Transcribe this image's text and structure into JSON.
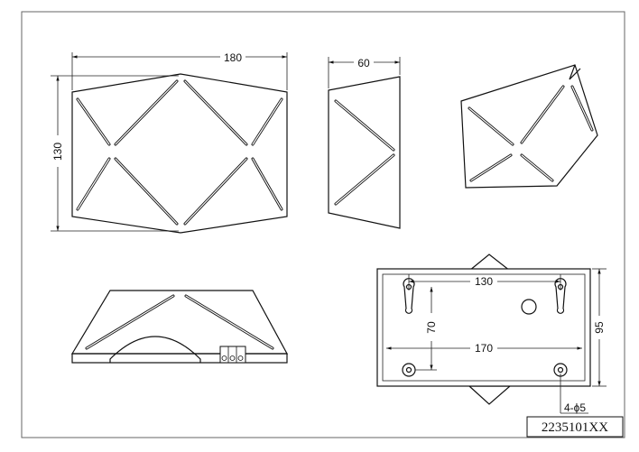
{
  "drawing": {
    "part_number": "2235101XX",
    "front_view": {
      "width_label": "180",
      "height_label": "130"
    },
    "side_view": {
      "depth_label": "60"
    },
    "back_view": {
      "hole_spacing_top_label": "130",
      "hole_spacing_vertical_label": "70",
      "hole_spacing_bottom_label": "170",
      "plate_height_label": "95",
      "holes_label": "4-ϕ5"
    }
  }
}
